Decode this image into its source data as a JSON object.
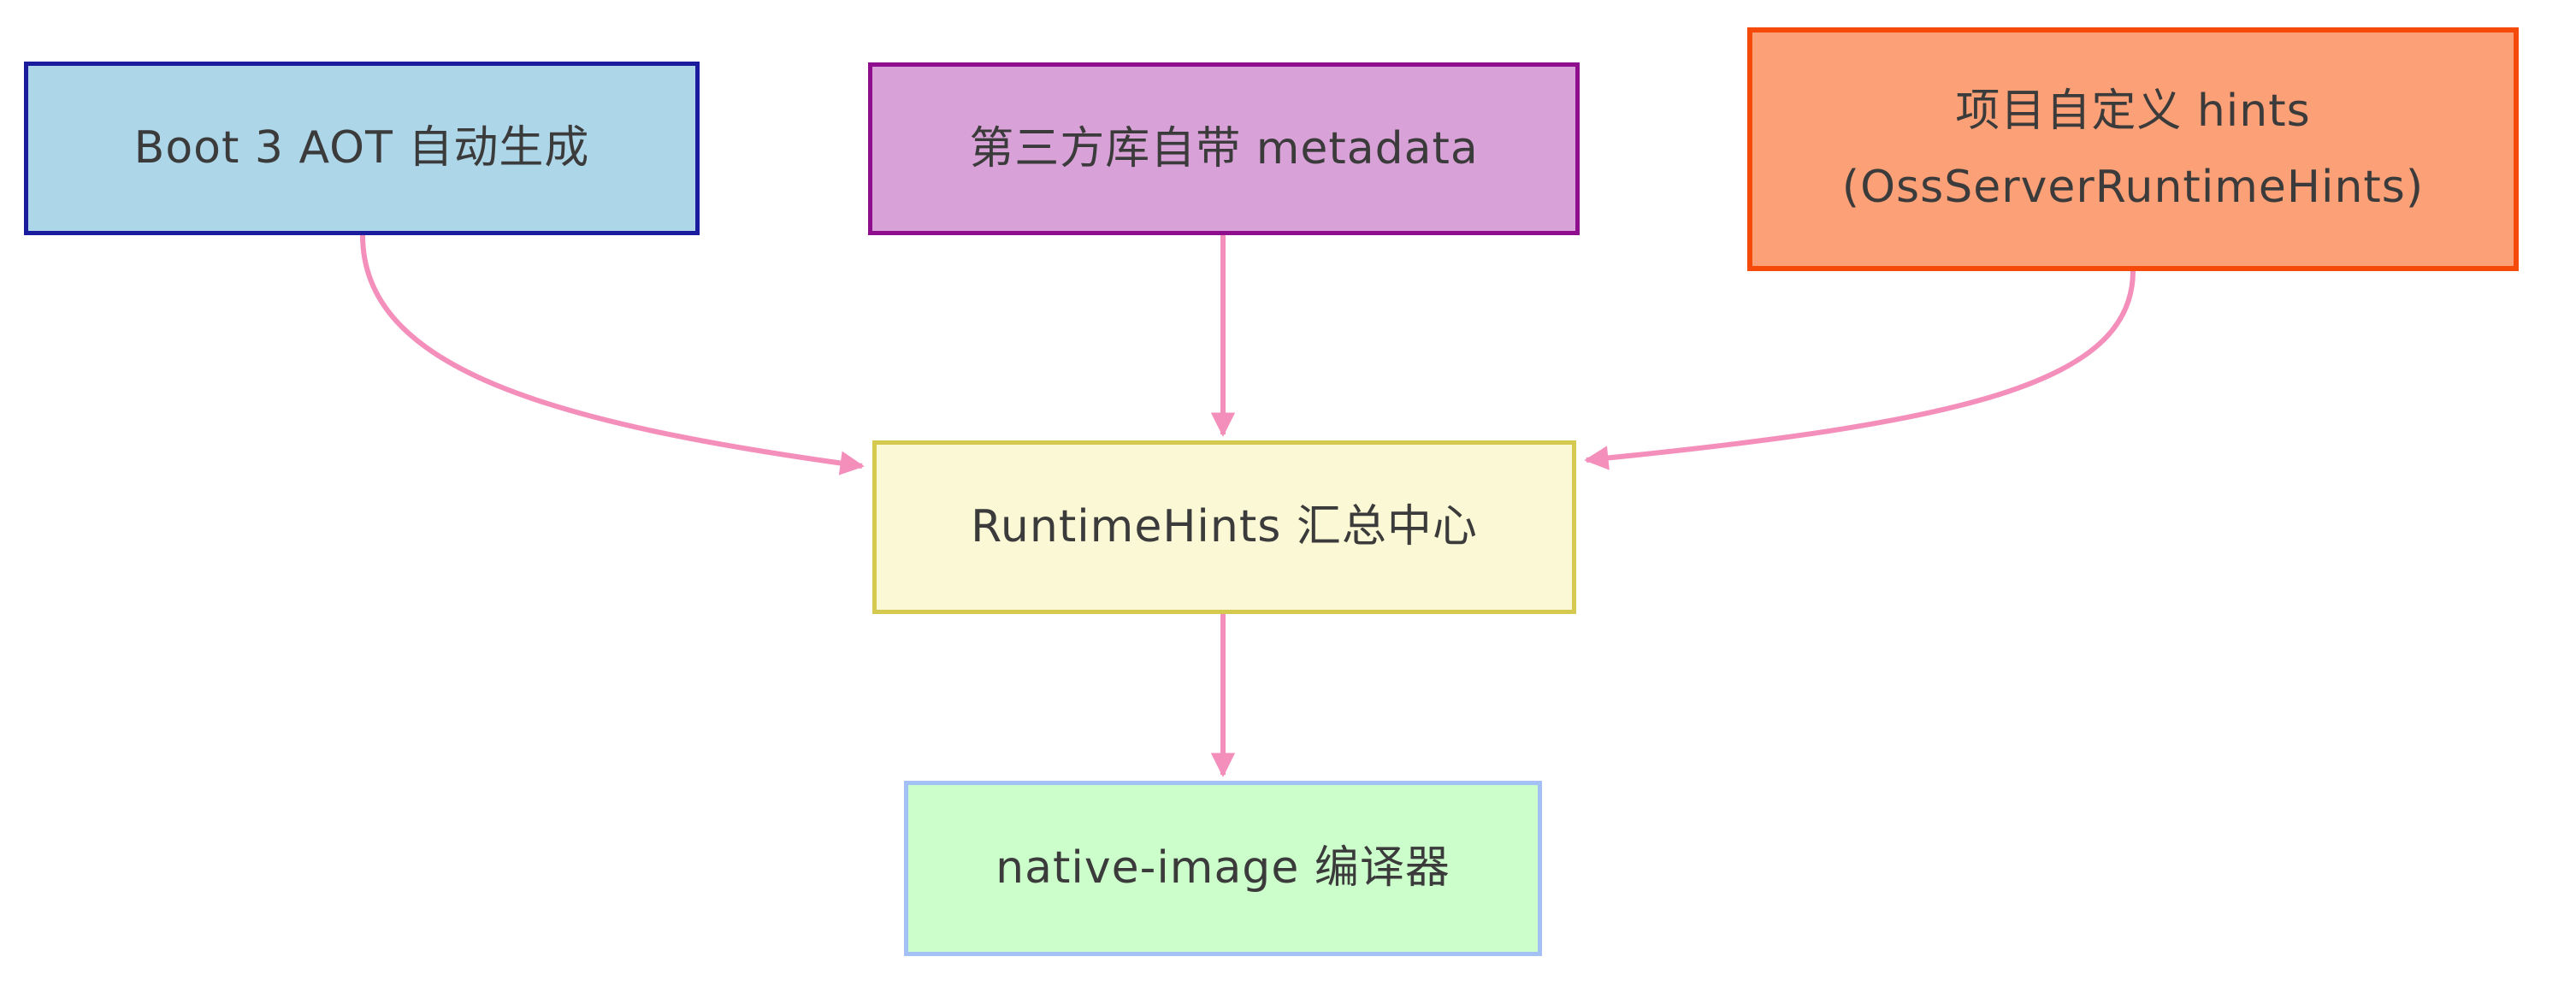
{
  "diagram": {
    "type": "flowchart",
    "direction": "top-down",
    "background": "#FFFFFF",
    "text_color": "#3B3B3B",
    "arrow_color": "#F48FBB",
    "nodes": {
      "boot3_aot": {
        "label": "Boot 3 AOT 自动生成",
        "fill": "#ADD6E8",
        "border": "#1B1B9E"
      },
      "third_party_metadata": {
        "label": "第三方库自带 metadata",
        "fill": "#D8A2D8",
        "border": "#8E0E8E"
      },
      "custom_hints": {
        "label_line1": "项目自定义 hints",
        "label_line2": "(OssServerRuntimeHints)",
        "fill": "#FBA077",
        "border": "#F64A0A"
      },
      "runtimehints_hub": {
        "label": "RuntimeHints 汇总中心",
        "fill": "#FBF8D5",
        "border": "#D5C94F"
      },
      "native_image": {
        "label": "native-image 编译器",
        "fill": "#CCFECC",
        "border": "#A3C1F4"
      }
    },
    "edges": [
      {
        "from": "boot3_aot",
        "to": "runtimehints_hub"
      },
      {
        "from": "third_party_metadata",
        "to": "runtimehints_hub"
      },
      {
        "from": "custom_hints",
        "to": "runtimehints_hub"
      },
      {
        "from": "runtimehints_hub",
        "to": "native_image"
      }
    ]
  }
}
